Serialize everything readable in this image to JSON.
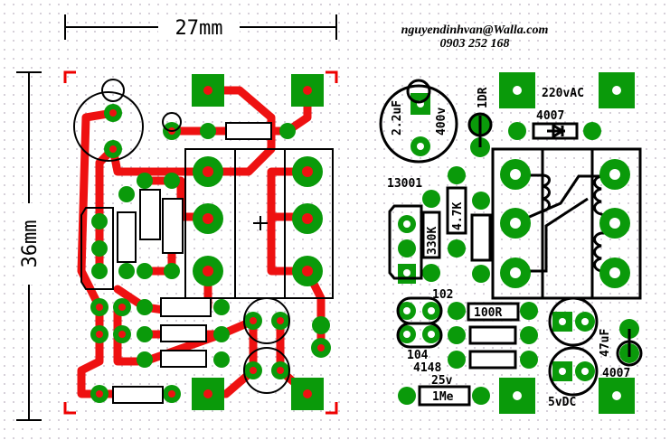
{
  "title": "PCB layout - relay board",
  "dimensions": {
    "width_label": "27mm",
    "height_label": "36mm"
  },
  "credit": {
    "email": "nguyendinhvan@Walla.com",
    "phone": "0903 252 168"
  },
  "labels": {
    "cap_value": "2.2uF",
    "cap_voltage": "400v",
    "r_1dr": "1DR",
    "ac_input": "220vAC",
    "diode_top": "4007",
    "transistor": "13001",
    "r_330k": "330K",
    "r_4k7": "4.7K",
    "cap_102": "102",
    "r_100r": "100R",
    "cap_104": "104",
    "diode_4148": "4148",
    "voltage_25v": "25v",
    "r_1me": "1Me",
    "cap_47uf": "47uF",
    "diode_bottom": "4007",
    "dc_output": "5vDC"
  },
  "colors": {
    "pad": "#0a9a0a",
    "trace": "#ee1111",
    "outline": "#000000"
  }
}
